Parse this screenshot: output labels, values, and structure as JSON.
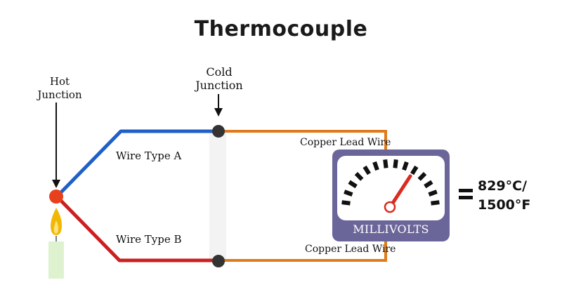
{
  "title": "Thermocouple",
  "labels": {
    "hot_junction_line1": "Hot",
    "hot_junction_line2": "Junction",
    "cold_junction_line1": "Cold",
    "cold_junction_line2": "Junction",
    "wire_a": "Wire Type A",
    "wire_b": "Wire Type B",
    "copper_top": "Copper Lead Wire",
    "copper_bottom": "Copper Lead Wire",
    "meter": "MILLIVOLTS",
    "equals": "=",
    "result_c": "829°C/",
    "result_f": "1500°F"
  },
  "colors": {
    "wire_a": "#1f5fc8",
    "wire_b": "#cc1f1f",
    "copper": "#e07b1c",
    "meter_frame": "#6b6699",
    "hot_junction_dot": "#e8401c",
    "terminal_dot": "#333333",
    "needle": "#d92b1e",
    "candle_flame": "#f2b705",
    "candle_body": "#dff2d0"
  }
}
